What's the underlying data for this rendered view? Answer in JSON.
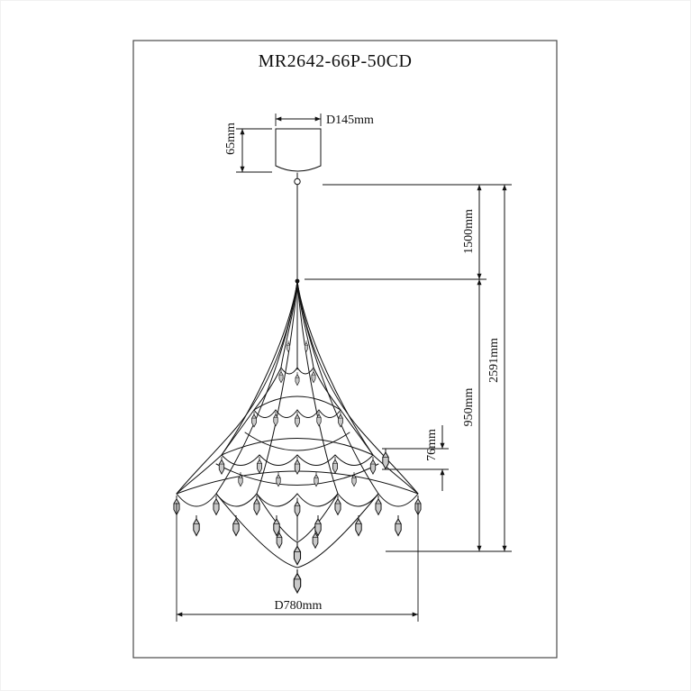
{
  "drawing": {
    "title": "MR2642-66P-50CD",
    "dimensions": {
      "canopy_diameter": "D145mm",
      "canopy_height": "65mm",
      "suspension_length": "1500mm",
      "body_height": "950mm",
      "overall_height": "2591mm",
      "crystal_drop": "76mm",
      "body_diameter": "D780mm"
    }
  }
}
